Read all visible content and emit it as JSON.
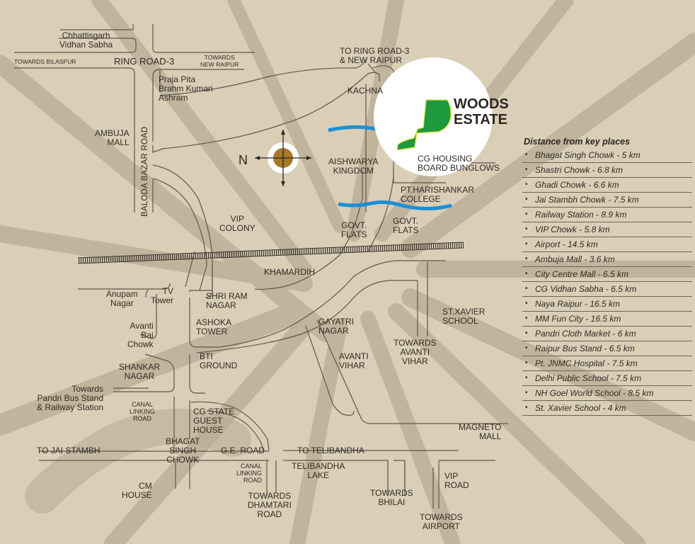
{
  "project": {
    "name_line1": "WOODS",
    "name_line2": "ESTATE",
    "logo_color": "#1e9a3e",
    "logo_outline_color": "#e6e84a"
  },
  "compass": {
    "north_label": "N",
    "center_color": "#a87728"
  },
  "colors": {
    "background": "#d9cdb6",
    "road_line": "#5e574c",
    "canal": "#1a8fd6",
    "label_text": "#2f2b25"
  },
  "labels": {
    "chhattisgarh_vidhan_sabha": "Chhattisgarh\nVidhan Sabha",
    "towards_bilaspur": "TOWARDS BILASPUR",
    "ring_road_3": "RING ROAD-3",
    "towards_new_raipur": "TOWARDS\nNEW RAIPUR",
    "praja_pita": "Praja Pita\nBrahm Kumari\nAshram",
    "to_ring_road": "TO RING ROAD-3\n& NEW RAIPUR",
    "kachna": "KACHNA",
    "ambuja_mall": "AMBUJA\nMALL",
    "baloda_bazar_road": "BALODA BAZAR ROAD",
    "aishwarya_kingdom": "AISHWARYA\nKINGDOM",
    "cg_housing": "CG HOUSING\nBOARD BUNGLOWS",
    "pt_harishankar": "PT.HARISHANKAR\nCOLLEGE",
    "vip_colony": "VIP\nCOLONY",
    "govt_flats_left": "GOVT.\nFLATS",
    "govt_flats_right": "GOVT.\nFLATS",
    "khamardih": "KHAMARDIH",
    "anupam_nagar": "Anupam\nNagar",
    "tv_tower": "TV\nTower",
    "shri_ram_nagar": "SHRI RAM\nNAGAR",
    "ashoka_tower": "ASHOKA\nTOWER",
    "avanti_bai_chowk": "Avanti\nBai\nChowk",
    "gayatri_nagar": "GAYATRI\nNAGAR",
    "st_xavier_school": "ST.XAVIER\nSCHOOL",
    "shankar_nagar": "SHANKAR\nNAGAR",
    "bti_ground": "BTI\nGROUND",
    "avanti_vihar": "AVANTI\nVIHAR",
    "towards_avanti_vihar": "TOWARDS\nAVANTI\nVIHAR",
    "towards_pandri": "Towards\nPandri Bus Stand\n& Railway Station",
    "canal_linking_road_1": "CANAL\nLINKING\nROAD",
    "cg_state_guest_house": "CG STATE\nGUEST\nHOUSE",
    "magneto_mall": "MAGNETO\nMALL",
    "to_jai_stambh": "TO JAI STAMBH",
    "bhagat_singh_chowk": "BHAGAT\nSINGH\nCHOWK",
    "ge_road": "G.E. ROAD",
    "to_telibandha": "TO TELIBANDHA",
    "canal_linking_road_2": "CANAL\nLINKING\nROAD",
    "telibandha_lake": "TELIBANDHA\nLAKE",
    "vip_road": "VIP\nROAD",
    "cm_house": "CM\nHOUSE",
    "towards_dhamtari": "TOWARDS\nDHAMTARI\nROAD",
    "towards_bhilai": "TOWARDS\nBHILAI",
    "towards_airport": "TOWARDS\nAIRPORT"
  },
  "distances": {
    "title": "Distance from key places",
    "bullet": "•",
    "items": [
      "Bhagat Singh Chowk - 5 km",
      "Shastri Chowk - 6.8 km",
      "Ghadi Chowk - 6.6 km",
      "Jai Stambh Chowk - 7.5 km",
      "Railway Station - 8.9 km",
      "VIP Chowk - 5.8 km",
      "Airport - 14.5 km",
      "Ambuja Mall - 3.6 km",
      "City Centre Mall - 6.5 km",
      "CG Vidhan Sabha - 6.5 km",
      "Naya Raipur - 16.5 km",
      "MM Fun City - 16.5 km",
      "Pandri Cloth Market - 6 km",
      "Raipur Bus Stand - 6.5 km",
      "Pt. JNMC Hospital - 7.5 km",
      "Delhi Public School - 7.5 km",
      "NH Goel World School - 8.5 km",
      "St. Xavier School - 4 km"
    ]
  }
}
